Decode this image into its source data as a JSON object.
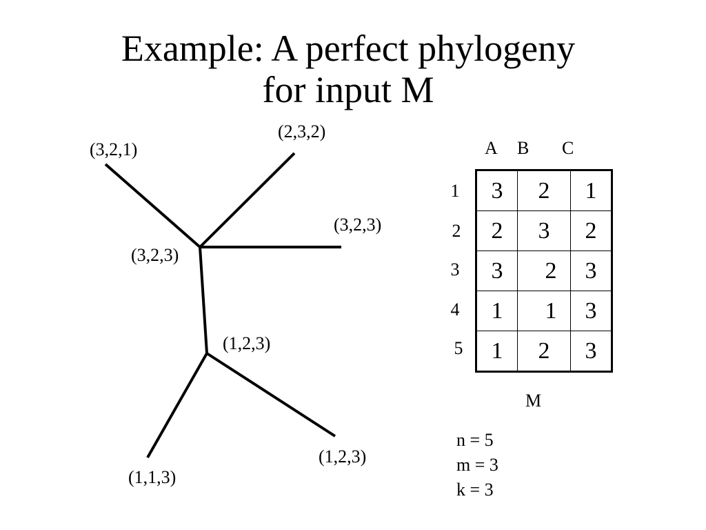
{
  "slide": {
    "title_line1": "Example: A perfect phylogeny",
    "title_line2": "for input M"
  },
  "tree": {
    "labels": [
      "(3,2,1)",
      "(2,3,2)",
      "(3,2,3)",
      "(3,2,3)",
      "(1,2,3)",
      "(1,1,3)",
      "(1,2,3)"
    ]
  },
  "matrix": {
    "columns": [
      "A",
      "B",
      "C"
    ],
    "row_labels": [
      "1",
      "2",
      "3",
      "4",
      "5"
    ],
    "rows": [
      [
        "3",
        "2",
        "1"
      ],
      [
        "2",
        "3",
        "2"
      ],
      [
        "3",
        "2",
        "3"
      ],
      [
        "1",
        "1",
        "3"
      ],
      [
        "1",
        "2",
        "3"
      ]
    ],
    "name": "M"
  },
  "params": {
    "n": "n = 5",
    "m": "m = 3",
    "k": "k = 3"
  }
}
